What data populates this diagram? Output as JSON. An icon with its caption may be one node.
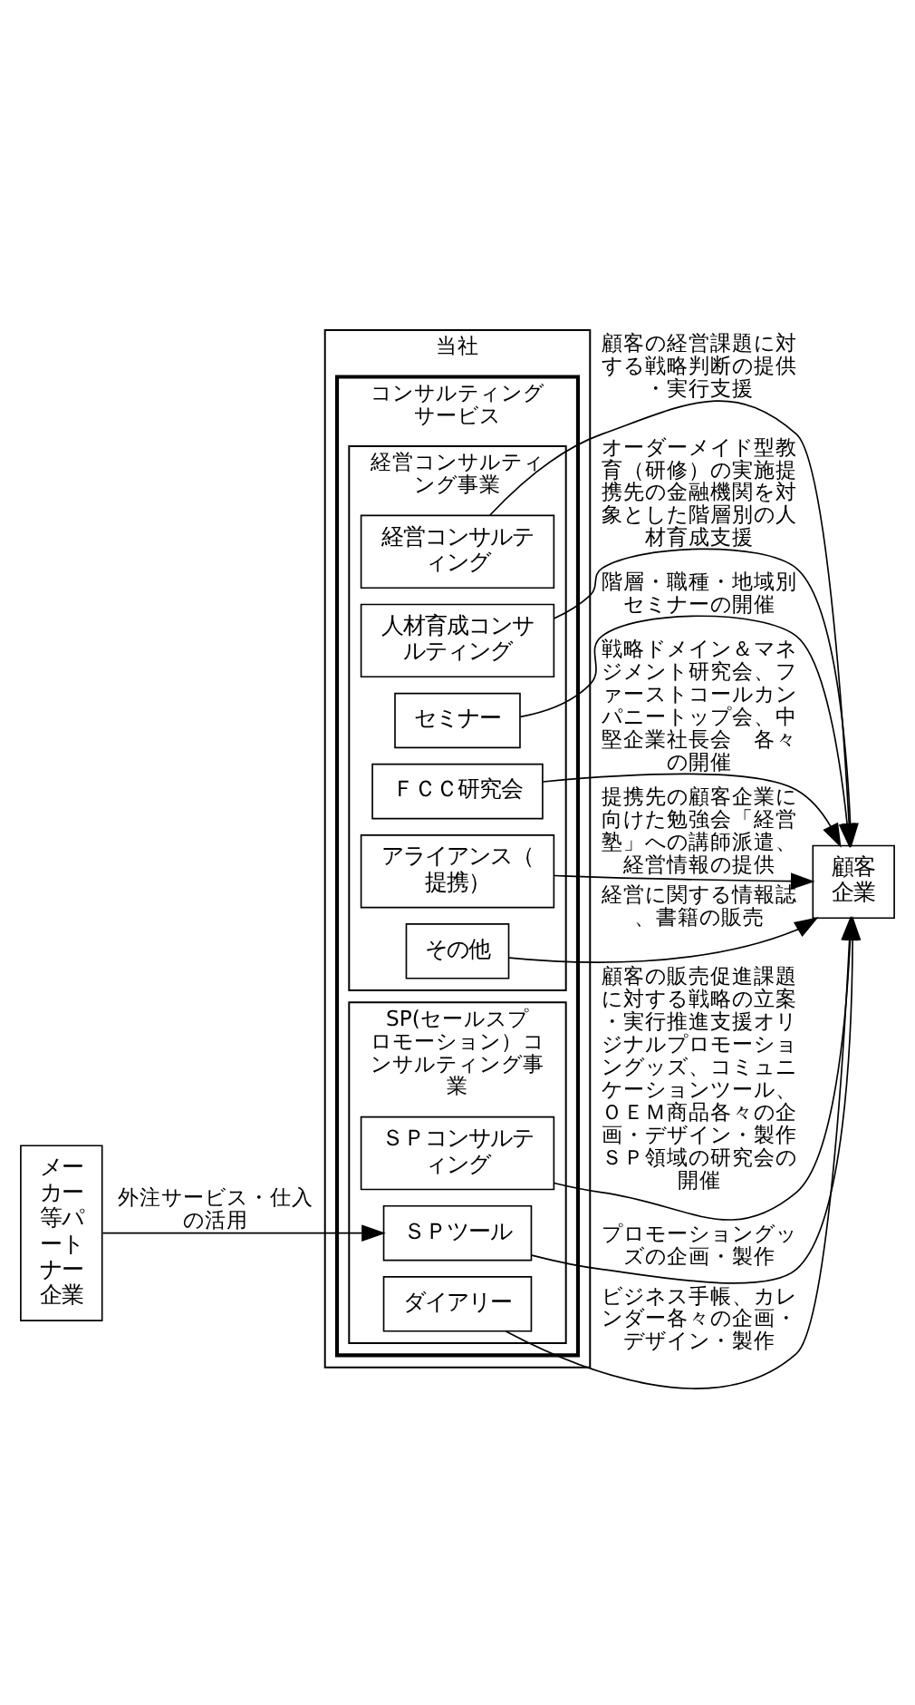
{
  "diagram": {
    "nodes": [
      {
        "text": [
          "当社"
        ]
      },
      {
        "text": [
          "コンサルティングサービス"
        ],
        "in": 0
      },
      {
        "text": [
          "経営コンサルティング事業"
        ],
        "in": 1
      },
      {
        "text": [
          "経営コンサルティング"
        ],
        "in": 2
      },
      {
        "text": [
          "人材育成コンサルティング"
        ],
        "in": 2
      },
      {
        "text": [
          "セミナー"
        ],
        "in": 2
      },
      {
        "text": [
          "ＦＣＣ研究会"
        ],
        "in": 2
      },
      {
        "text": [
          "アライアンス（提携）"
        ],
        "in": 2
      },
      {
        "text": [
          "その他"
        ],
        "in": 2
      },
      {
        "text": [
          "SP(セールスプロモーション）コンサルティング事業"
        ],
        "in": 1
      },
      {
        "text": [
          "ＳＰコンサルティング"
        ],
        "in": 9
      },
      {
        "text": [
          "ＳＰツール"
        ],
        "in": 9
      },
      {
        "text": [
          "ダイアリー"
        ],
        "in": 9
      },
      {
        "text": [
          "顧客企業"
        ]
      },
      {
        "text": [
          "メーカー等パートナー企業"
        ]
      }
    ],
    "edges": [
      {
        "from": 3,
        "to": 13,
        "arrow": "to",
        "label": "顧客の経営課題に対する戦略判断の提供・実行支援"
      },
      {
        "from": 4,
        "to": 13,
        "arrow": "to",
        "label": "オーダーメイド型教育（研修）の実施提携先の金融機関を対象とした階層別の人材育成支援"
      },
      {
        "from": 5,
        "to": 13,
        "arrow": "to",
        "label": "階層・職種・地域別セミナーの開催"
      },
      {
        "from": 6,
        "to": 13,
        "arrow": "to",
        "label": "戦略ドメイン＆マネジメント研究会、ファーストコールカンパニートップ会、中堅企業社長会　各々の開催"
      },
      {
        "from": 7,
        "to": 13,
        "arrow": "to",
        "label": "提携先の顧客企業に向けた勉強会「経営塾」への講師派遣、経営情報の提供"
      },
      {
        "from": 8,
        "to": 13,
        "arrow": "to",
        "label": "経営に関する情報誌、書籍の販売"
      },
      {
        "from": 10,
        "to": 13,
        "arrow": "to",
        "label": "顧客の販売促進課題に対する戦略の立案・実行推進支援オリジナルプロモーショングッズ、コミュニケーションツール、ＯＥＭ商品各々の企画・デザイン・製作ＳＰ領域の研究会の開催"
      },
      {
        "from": 11,
        "to": 13,
        "arrow": "to",
        "label": "プロモーショングッズの企画・製作"
      },
      {
        "from": 12,
        "to": 13,
        "arrow": "to",
        "label": "ビジネス手帳、カレンダー各々の企画・デザイン・製作"
      },
      {
        "from": 14,
        "to": 11,
        "arrow": "to",
        "label": "外注サービス・仕入の活用"
      }
    ]
  }
}
